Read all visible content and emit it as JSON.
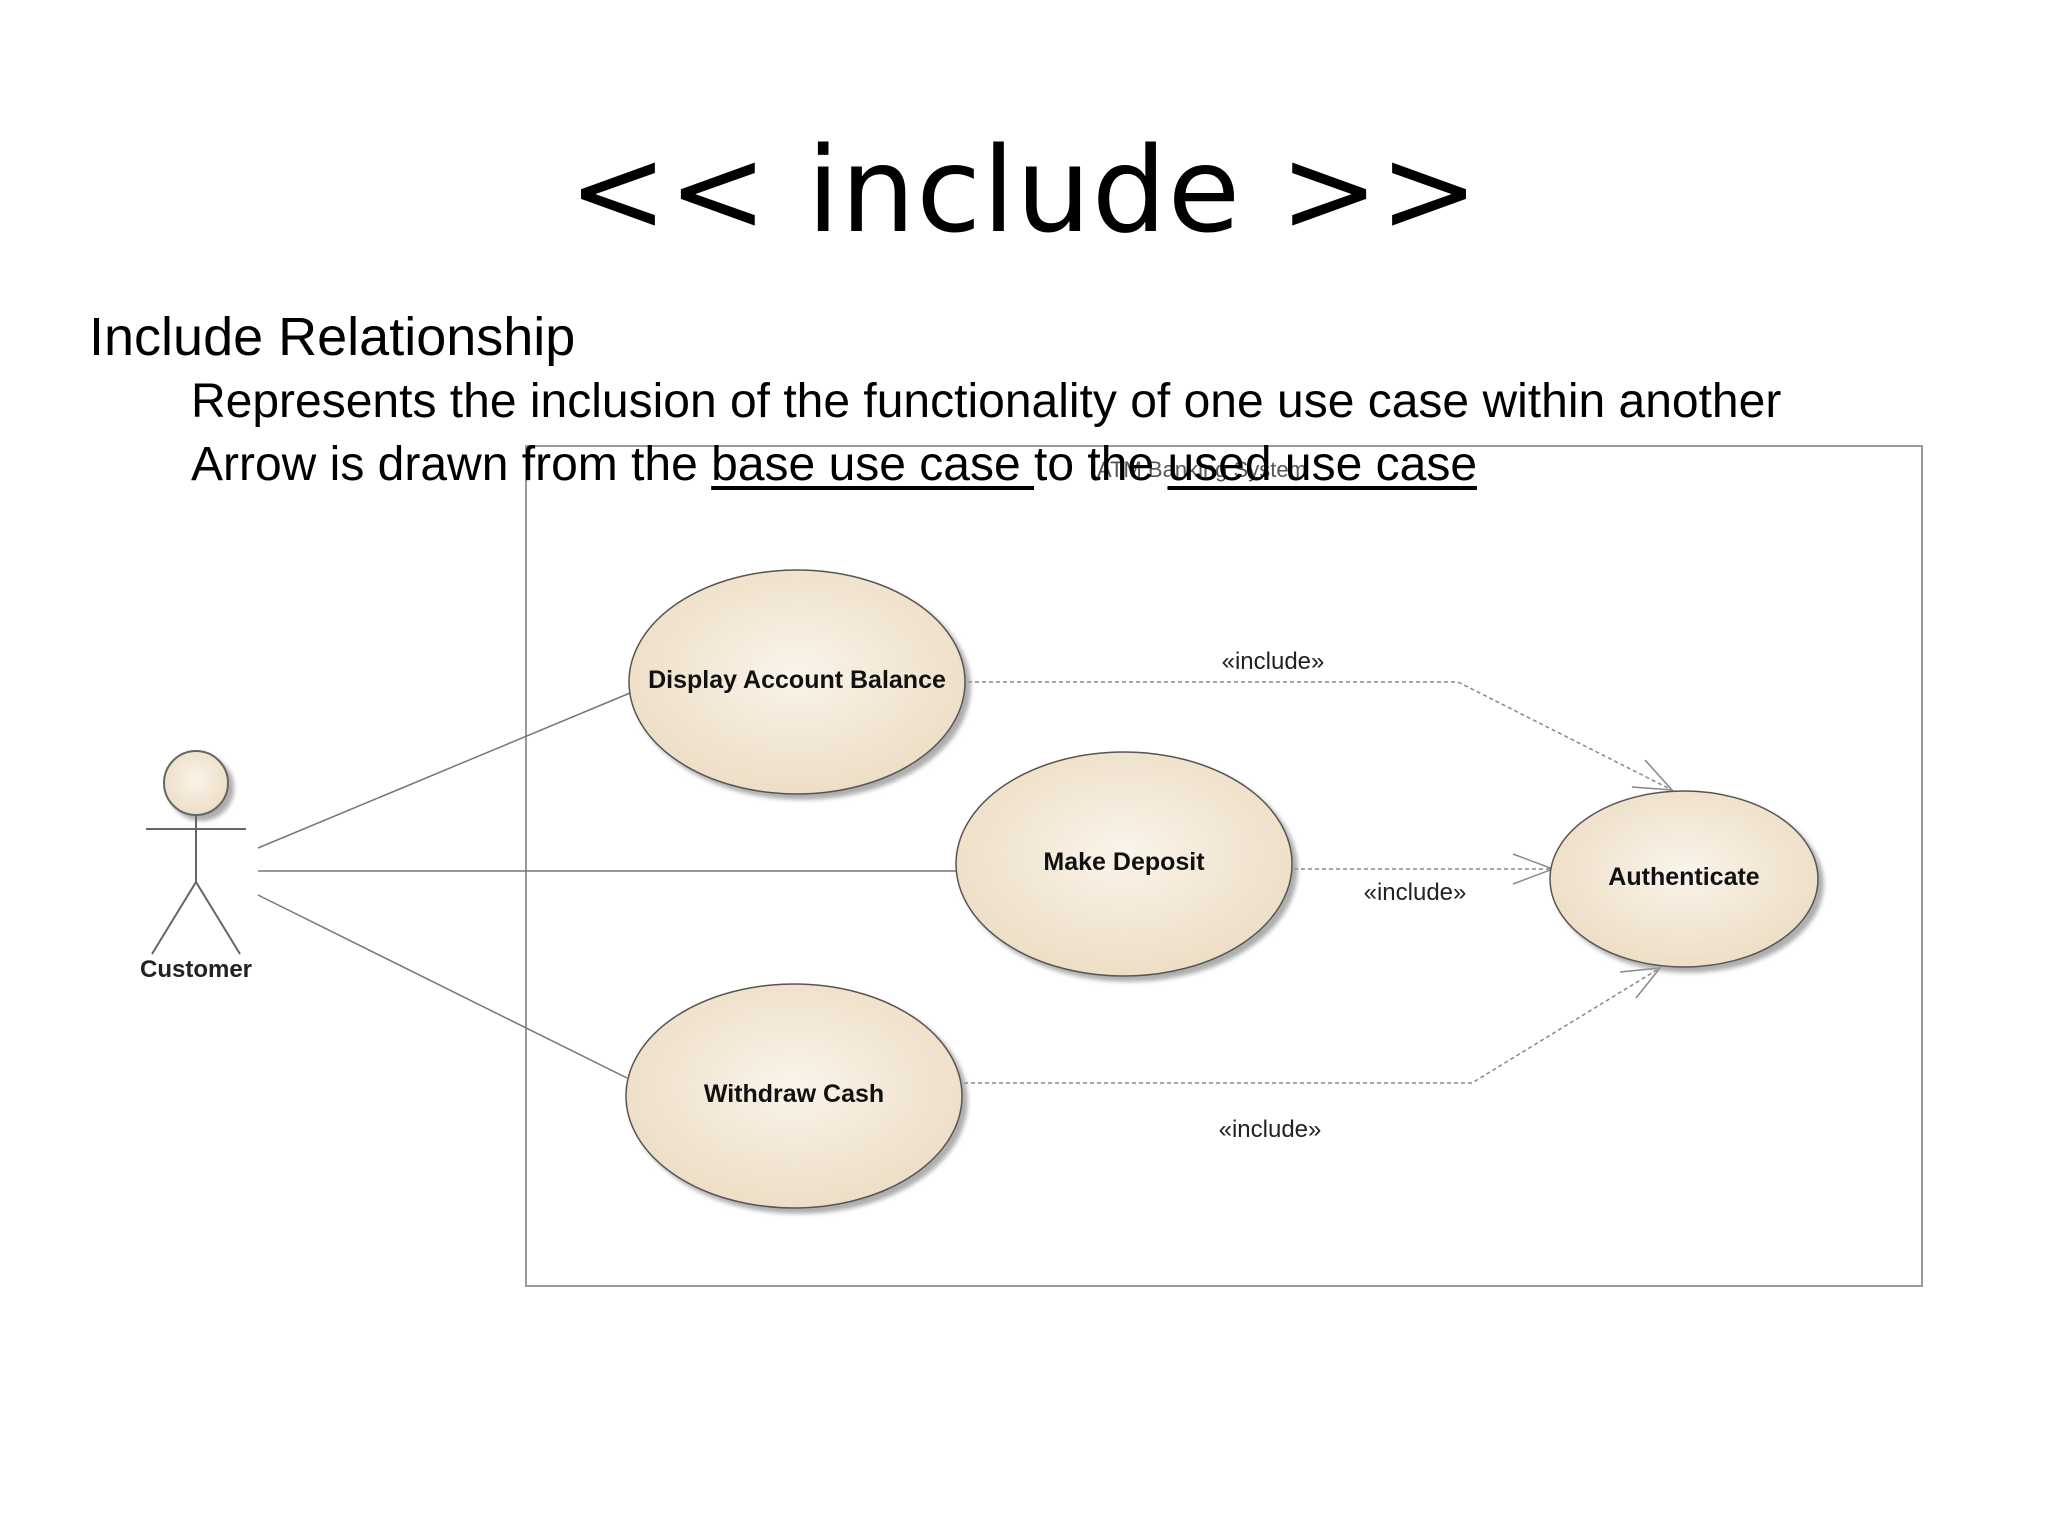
{
  "title": "<< include >>",
  "heading": "Include Relationship",
  "bullets": {
    "b1": "Represents the inclusion of the functionality of one use case within another",
    "b2_part1": "Arrow is drawn from the ",
    "b2_u1": "base use case ",
    "b2_part2": "to the ",
    "b2_u2": "used use case"
  },
  "diagram": {
    "system_name": "ATM Banking System",
    "actor": "Customer",
    "use_cases": {
      "display_balance": "Display Account Balance",
      "make_deposit": "Make Deposit",
      "withdraw_cash": "Withdraw Cash",
      "authenticate": "Authenticate"
    },
    "relations": {
      "display_include": "«include»",
      "deposit_include": "«include»",
      "withdraw_include": "«include»"
    },
    "colors": {
      "use_case_fill": "#f3e8d6",
      "use_case_stroke": "#555555",
      "boundary": "#888888"
    }
  }
}
